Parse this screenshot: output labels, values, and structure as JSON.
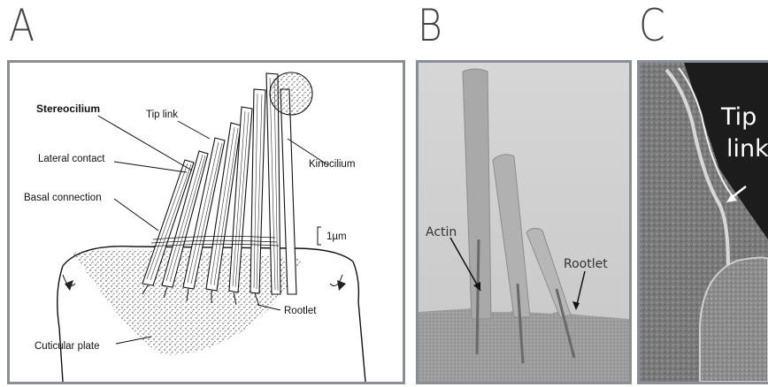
{
  "panels": {
    "a": {
      "letter": "A",
      "labels": {
        "stereocilium": "Stereocilium",
        "tip_link": "Tip link",
        "lateral_contact": "Lateral contact",
        "kinocilium": "Kinocilium",
        "basal_connection": "Basal connection",
        "scale": "1µm",
        "rootlet": "Rootlet",
        "cuticular_plate": "Cuticular plate"
      }
    },
    "b": {
      "letter": "B",
      "labels": {
        "actin": "Actin",
        "rootlet": "Rootlet"
      }
    },
    "c": {
      "letter": "C",
      "labels": {
        "tip_line1": "Tip",
        "tip_line2": "link"
      }
    }
  },
  "colors": {
    "frame": "#8a8f96",
    "micrograph_bg": "#cfcfcf",
    "sem_bg": "#6f6f6f"
  }
}
